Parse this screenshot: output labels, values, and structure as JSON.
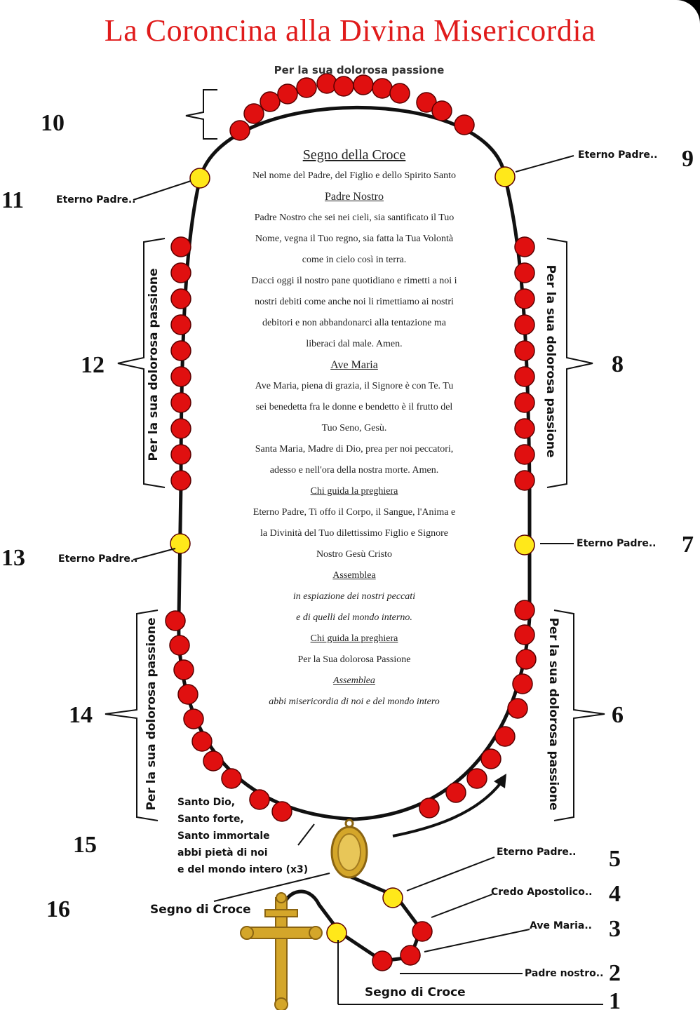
{
  "title": "La Coroncina alla Divina Misericordia",
  "top_label": "Per la sua dolorosa passione",
  "side_label": "Per la sua dolorosa passione",
  "numbers": [
    "1",
    "2",
    "3",
    "4",
    "5",
    "6",
    "7",
    "8",
    "9",
    "10",
    "11",
    "12",
    "13",
    "14",
    "15",
    "16"
  ],
  "labels": {
    "eterno_padre": "Eterno Padre..",
    "credo": "Credo Apostolico..",
    "ave_maria": "Ave Maria..",
    "padre_nostro": "Padre nostro..",
    "segno_croce": "Segno di Croce",
    "santo": [
      "Santo Dio,",
      "Santo forte,",
      "Santo immortale",
      "abbi pietà di noi",
      "e del mondo intero (x3)"
    ]
  },
  "prayer": {
    "segno_title": "Segno della Croce",
    "segno_text": "Nel nome del Padre, del Figlio e dello Spirito Santo",
    "padre_title": "Padre Nostro",
    "padre_lines": [
      "Padre Nostro che sei nei cieli, sia santificato il Tuo",
      "Nome, vegna il Tuo regno, sia fatta la Tua Volontà",
      "come in cielo così in terra.",
      "Dacci oggi il nostro pane quotidiano e rimetti a noi i",
      "nostri debiti come anche noi li rimettiamo ai nostri",
      "debitori e non abbandonarci alla tentazione ma",
      "liberaci dal male. Amen."
    ],
    "ave_title": "Ave Maria",
    "ave_lines": [
      "Ave Maria, piena di grazia, il Signore è con Te. Tu",
      "sei benedetta fra le donne e bendetto è il frutto del",
      "Tuo Seno, Gesù.",
      "Santa Maria, Madre di Dio, prea per noi peccatori,",
      "adesso e nell'ora della nostra morte. Amen."
    ],
    "guida1": "Chi guida la preghiera",
    "eterno_lines": [
      "Eterno Padre, Ti offo il Corpo, il Sangue, l'Anima e",
      "la Divinità del Tuo dilettissimo Figlio e Signore",
      "Nostro Gesù Cristo"
    ],
    "assemblea1": "Assemblea",
    "espiazione_lines": [
      "in espiazione dei nostri peccati",
      "e di quelli del mondo interno."
    ],
    "guida2": "Chi guida la preghiera",
    "passione": "Per la Sua dolorosa Passione",
    "assemblea2": "Assemblea",
    "misericordia": "abbi misericordia di noi e del mondo intero"
  },
  "colors": {
    "title": "#e01b1b",
    "bead_red": "#e01010",
    "bead_yellow": "#ffe81a",
    "chain": "#111111",
    "medal": "#d4a62a"
  }
}
